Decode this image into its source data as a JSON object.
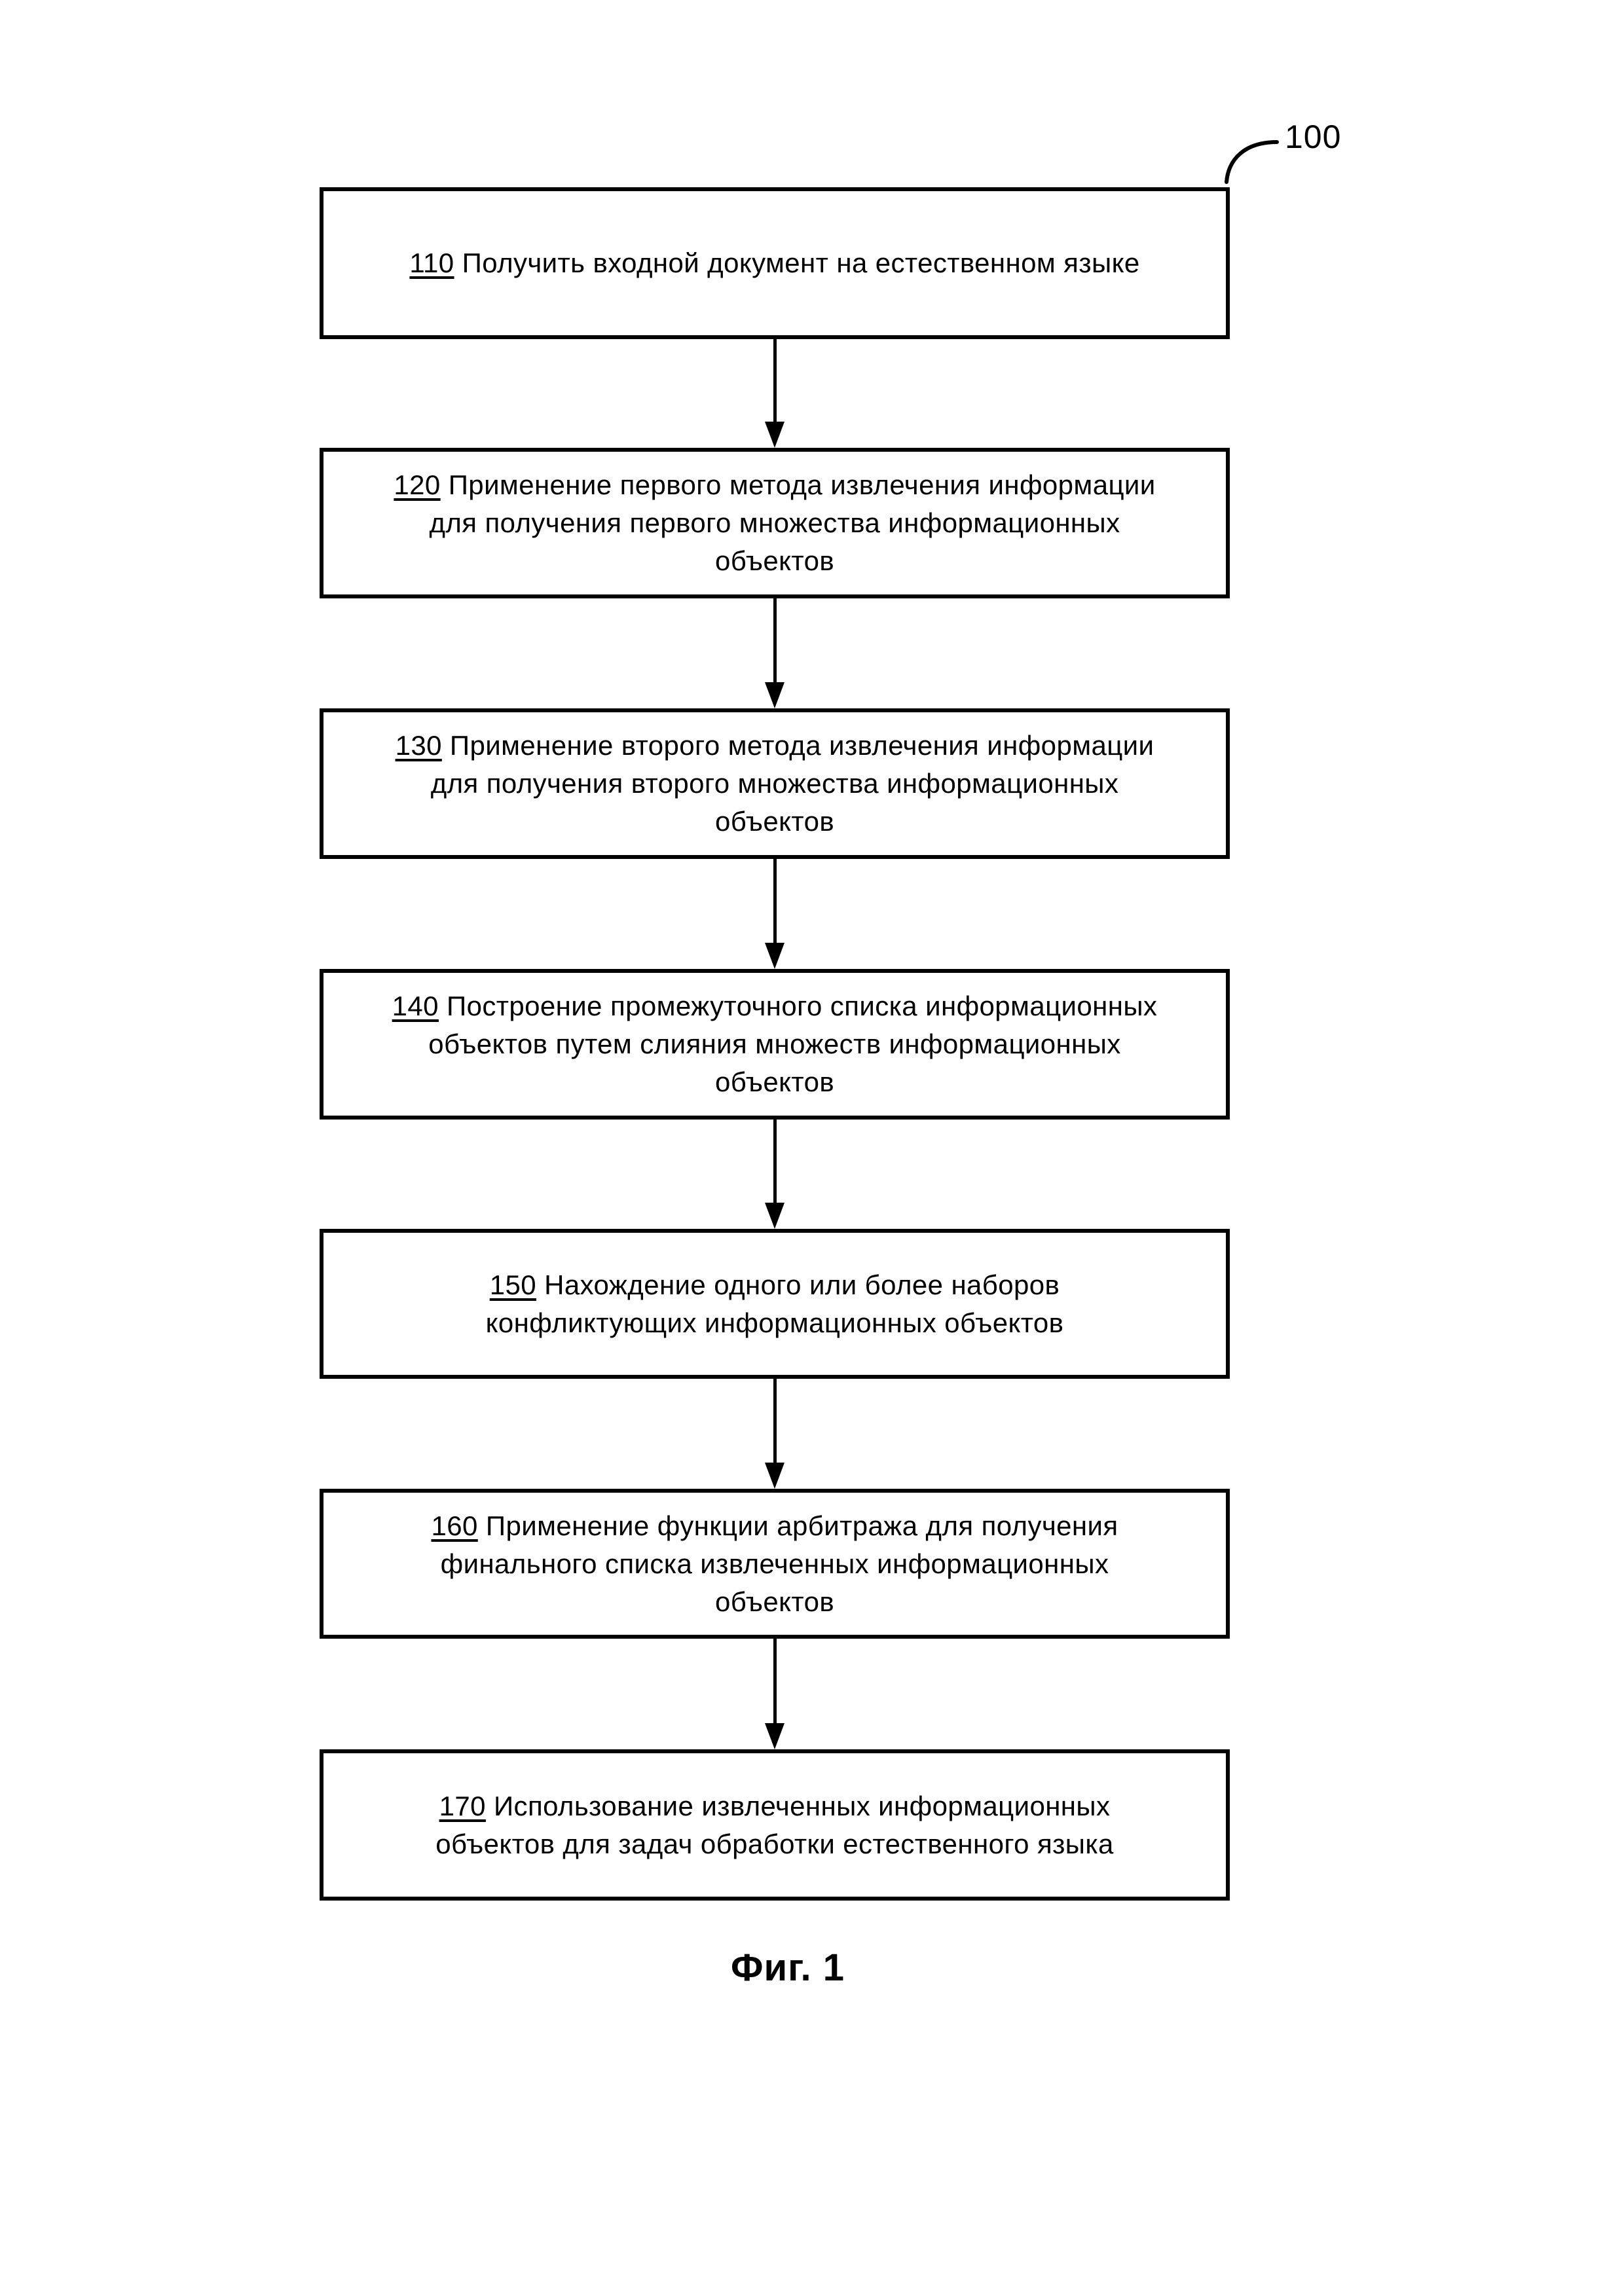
{
  "figure": {
    "ref_number": "100",
    "caption": "Фиг. 1"
  },
  "flow": {
    "steps": [
      {
        "num": "110",
        "lines": [
          "Получить входной документ на естественном языке"
        ]
      },
      {
        "num": "120",
        "lines": [
          "Применение первого метода извлечения информации",
          "для получения первого множества информационных",
          "объектов"
        ]
      },
      {
        "num": "130",
        "lines": [
          "Применение второго метода извлечения информации",
          "для получения второго множества информационных",
          "объектов"
        ]
      },
      {
        "num": "140",
        "lines": [
          "Построение промежуточного списка информационных",
          "объектов путем слияния множеств информационных",
          "объектов"
        ]
      },
      {
        "num": "150",
        "lines": [
          "Нахождение одного или более наборов",
          "конфликтующих информационных объектов"
        ]
      },
      {
        "num": "160",
        "lines": [
          "Применение функции арбитража для получения",
          "финального списка извлеченных информационных",
          "объектов"
        ]
      },
      {
        "num": "170",
        "lines": [
          "Использование извлеченных информационных",
          "объектов для задач обработки естественного языка"
        ]
      }
    ]
  }
}
